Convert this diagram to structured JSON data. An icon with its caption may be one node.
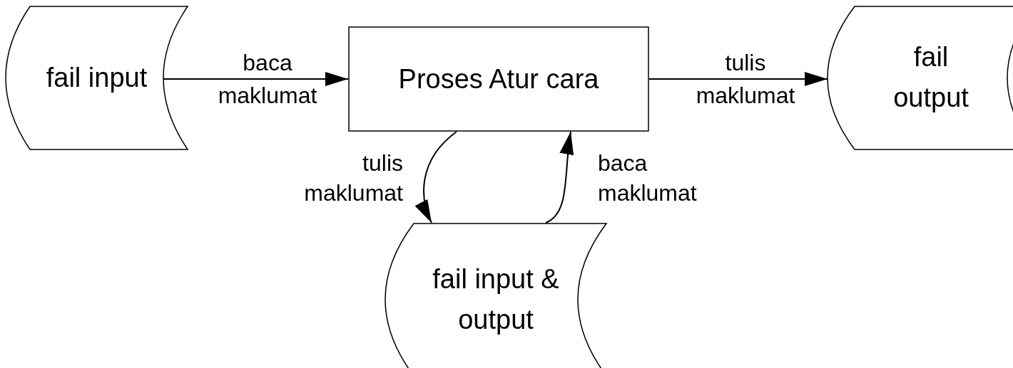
{
  "diagram": {
    "nodes": [
      {
        "text": [
          "fail input"
        ]
      },
      {
        "text": [
          "Proses Atur cara"
        ]
      },
      {
        "text": [
          "fail output"
        ]
      },
      {
        "text": [
          "fail input & output"
        ]
      }
    ],
    "edges": [
      {
        "from": 0,
        "to": 1,
        "arrow": "to",
        "label": "baca maklumat"
      },
      {
        "from": 1,
        "to": 2,
        "arrow": "to",
        "label": "tulis maklumat"
      },
      {
        "from": 1,
        "to": 3,
        "arrow": "to",
        "label": "tulis maklumat"
      },
      {
        "from": 3,
        "to": 1,
        "arrow": "to",
        "label": "baca maklumat"
      }
    ]
  }
}
